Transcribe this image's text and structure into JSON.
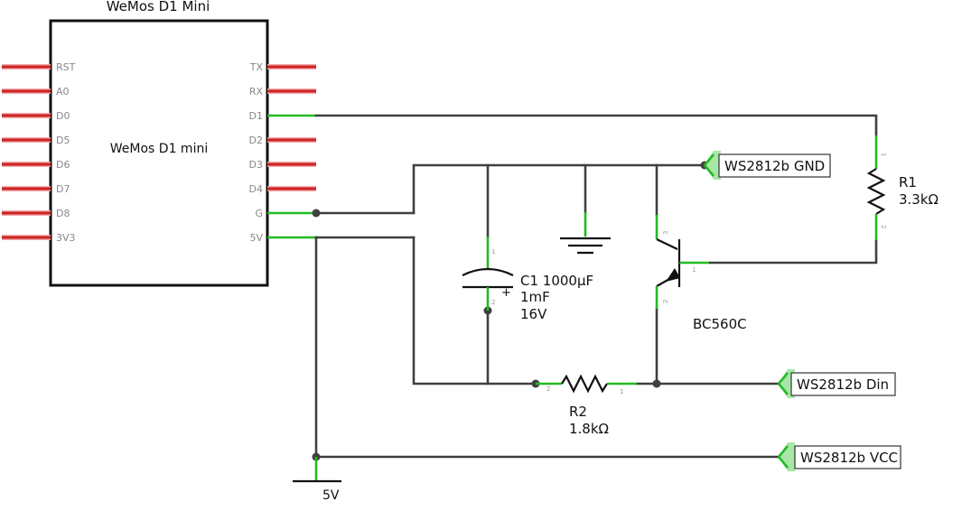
{
  "board": {
    "title": "WeMos D1 Mini",
    "inner_label": "WeMos D1 mini",
    "left_pins": [
      "RST",
      "A0",
      "D0",
      "D5",
      "D6",
      "D7",
      "D8",
      "3V3"
    ],
    "right_pins": [
      "TX",
      "RX",
      "D1",
      "D2",
      "D3",
      "D4",
      "G",
      "5V"
    ]
  },
  "capacitor": {
    "name": "C1 1000µF",
    "value1": "1mF",
    "value2": "16V",
    "plus": "+",
    "pin1": "1",
    "pin2": "2"
  },
  "transistor": {
    "name": "BC560C",
    "pin1": "1",
    "pin2": "2",
    "pin3": "3"
  },
  "r1": {
    "name": "R1",
    "value": "3.3kΩ",
    "pin1": "1",
    "pin2": "2"
  },
  "r2": {
    "name": "R2",
    "value": "1.8kΩ",
    "pin1": "1",
    "pin2": "2"
  },
  "connectors": {
    "gnd": "WS2812b GND",
    "din": "WS2812b Din",
    "vcc": "WS2812b VCC"
  },
  "power_label": "5V",
  "colors": {
    "wire": "#404040",
    "leg": "#22bb22",
    "board_pin": "#cc2222",
    "connector_tab": "#a8e6a8"
  }
}
